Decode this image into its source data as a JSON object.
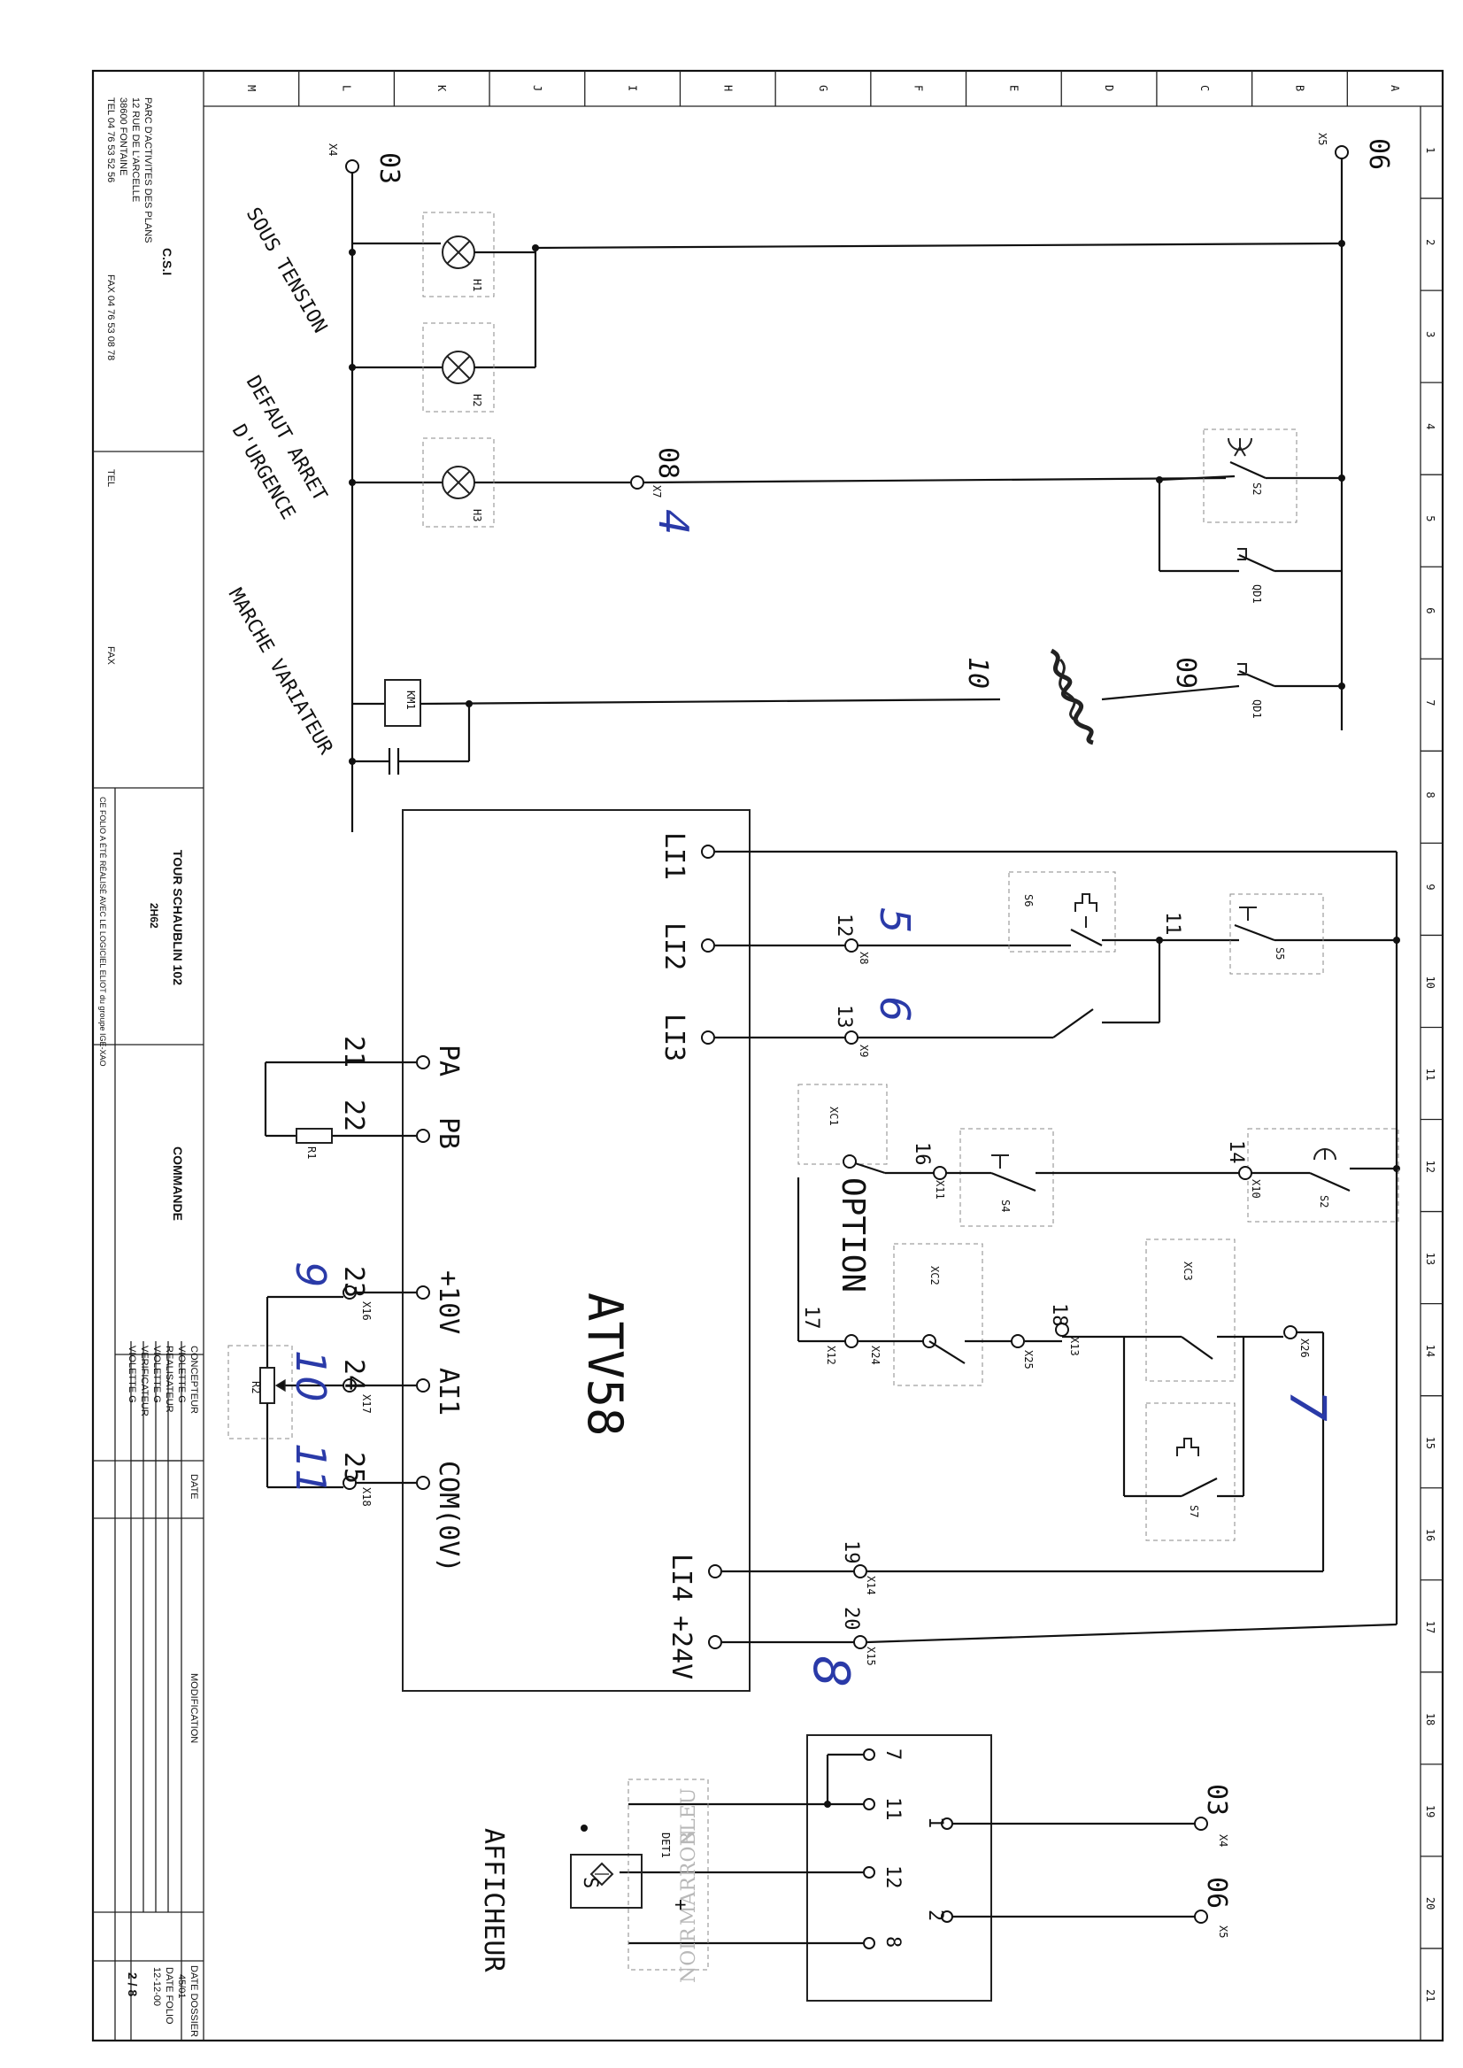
{
  "grid": {
    "columns": [
      "M",
      "L",
      "K",
      "J",
      "I",
      "H",
      "G",
      "F",
      "E",
      "D",
      "C",
      "B",
      "A"
    ],
    "rows": [
      "1",
      "2",
      "3",
      "4",
      "5",
      "6",
      "7",
      "8",
      "9",
      "10",
      "11",
      "12",
      "13",
      "14",
      "15",
      "16",
      "17",
      "18",
      "19",
      "20",
      "21"
    ]
  },
  "company": {
    "name": "C.S.I",
    "address1": "PARC D'ACTIVITES DES PLANS",
    "address2": "12 RUE DE L'ARCELLE",
    "address3": "38600        FONTAINE",
    "tel": "TEL     04 76 53 52 56",
    "fax": "FAX     04 76 53 08 78"
  },
  "client": {
    "tel": "TEL",
    "fax": "FAX"
  },
  "notice": "CE FOLIO A ÉTÉ RÉALISÉ AVEC LE LOGICIEL     ELIOT du groupe IGE-XAO",
  "project": {
    "title": "TOUR SCHAUBLIN 102",
    "code": "2H62",
    "sheet_title": "COMMANDE"
  },
  "people": {
    "concepteur_label": "CONCEPTEUR",
    "concepteur": "VIOLETTE G",
    "realisateur_label": "REALISATEUR",
    "realisateur": "VIOLETTE G",
    "verificateur_label": "VERIFICATEUR",
    "verificateur": "VIOLETTE G",
    "date_label": "DATE"
  },
  "modification_label": "MODIFICATION",
  "dossier": {
    "label": "DATE DOSSIER",
    "value": "45/01",
    "folio_label": "DATE FOLIO",
    "folio_date": "12-12-00",
    "page": "2 / 8"
  },
  "wires": {
    "left": "03",
    "right": "06",
    "left_term": "X4",
    "right_term": "X5"
  },
  "functions": {
    "sous_tension": "SOUS TENSION",
    "defaut": "DEFAUT ARRET",
    "urgence": "D'URGENCE",
    "marche": "MARCHE VARIATEUR",
    "afficheur": "AFFICHEUR"
  },
  "components": {
    "h1": "H1",
    "h2": "H2",
    "h3": "H3",
    "km1": "KM1",
    "s2": "S2",
    "qd1": "QD1",
    "s5": "S5",
    "s6": "S6",
    "s4": "S4",
    "s7": "S7",
    "xc1": "XC1",
    "xc2": "XC2",
    "xc3": "XC3",
    "r1": "R1",
    "r2": "R2",
    "option": "OPTION",
    "det1": "DET1",
    "sensor": "S"
  },
  "drive": {
    "name": "ATV58",
    "li1": "LI1",
    "li2": "LI2",
    "li3": "LI3",
    "li4": "LI4",
    "plus24": "+24V",
    "pa": "PA",
    "pb": "PB",
    "plus10": "+10V",
    "ai1": "AI1",
    "com": "COM(0V)"
  },
  "wire_numbers": {
    "w08": "08",
    "w09": "09",
    "w11": "11",
    "w12": "12",
    "w13": "13",
    "w14": "14",
    "w16": "16",
    "w17": "17",
    "w18": "18",
    "w19": "19",
    "w20": "20",
    "w21": "21",
    "w22": "22",
    "w23": "23",
    "w24": "24",
    "w25": "25",
    "a03": "03",
    "a06": "06"
  },
  "terminals": {
    "x7": "X7",
    "x8": "X8",
    "x9": "X9",
    "x10": "X10",
    "x11": "X11",
    "x12": "X12",
    "x13": "X13",
    "x14": "X14",
    "x15": "X15",
    "x16": "X16",
    "x17": "X17",
    "x18": "X18",
    "x24": "X24",
    "x25": "X25",
    "x26": "X26",
    "x4": "X4",
    "x5": "X5"
  },
  "display_terminals": [
    "7",
    "11",
    "1",
    "12",
    "2",
    "8"
  ],
  "sensor_wires": {
    "blue": "BLEU",
    "brown": "MARRON",
    "black": "NOIR",
    "plus": "+"
  },
  "handwritten": {
    "n4": "4",
    "n5": "5",
    "n6": "6",
    "n7": "7",
    "n8": "8",
    "n9": "9",
    "n10": "10",
    "n11": "11",
    "n10b": "10"
  }
}
